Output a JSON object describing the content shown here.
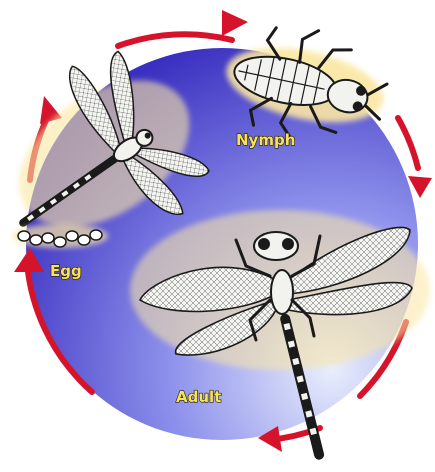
{
  "diagram": {
    "type": "life-cycle",
    "stages": [
      {
        "id": "egg",
        "label": "Egg"
      },
      {
        "id": "nymph",
        "label": "Nymph"
      },
      {
        "id": "adult",
        "label": "Adult"
      }
    ],
    "flow_direction": "clockwise",
    "colors": {
      "disc_light": "#e9eefc",
      "disc_mid": "#8f93ec",
      "disc_dark": "#3a2fc0",
      "arrow": "#d5142c",
      "label_fill": "#f7e35a",
      "label_outline": "#2a1f00",
      "insect_fill": "#f2f2ee",
      "insect_outline": "#1a1a1a",
      "glow": "#fbe7a3"
    },
    "icons": [
      "dragonfly-adult-icon",
      "dragonfly-flying-icon",
      "nymph-icon",
      "egg-cluster-icon",
      "cycle-arrow-icon"
    ]
  }
}
